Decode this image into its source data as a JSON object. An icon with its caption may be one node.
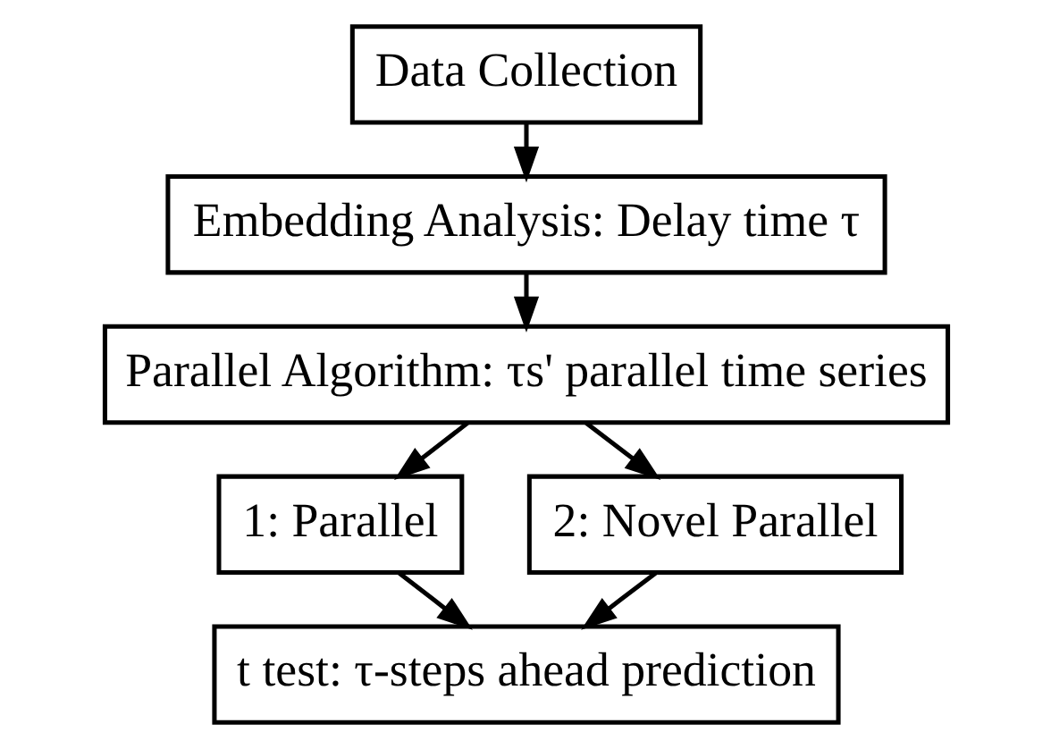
{
  "diagram": {
    "nodes": [
      {
        "text": [
          "Data Collection"
        ]
      },
      {
        "text": [
          "Embedding Analysis: Delay time τ"
        ]
      },
      {
        "text": [
          "Parallel Algorithm: τs' parallel time series"
        ]
      },
      {
        "text": [
          "1: Parallel"
        ]
      },
      {
        "text": [
          "2: Novel Parallel"
        ]
      },
      {
        "text": [
          "t test: τ-steps ahead prediction"
        ]
      }
    ],
    "edges": [
      {
        "from": 0,
        "to": 1,
        "arrow": "to"
      },
      {
        "from": 1,
        "to": 2,
        "arrow": "to"
      },
      {
        "from": 2,
        "to": 3,
        "arrow": "to"
      },
      {
        "from": 2,
        "to": 4,
        "arrow": "to"
      },
      {
        "from": 3,
        "to": 5,
        "arrow": "to"
      },
      {
        "from": 4,
        "to": 5,
        "arrow": "to"
      }
    ]
  }
}
